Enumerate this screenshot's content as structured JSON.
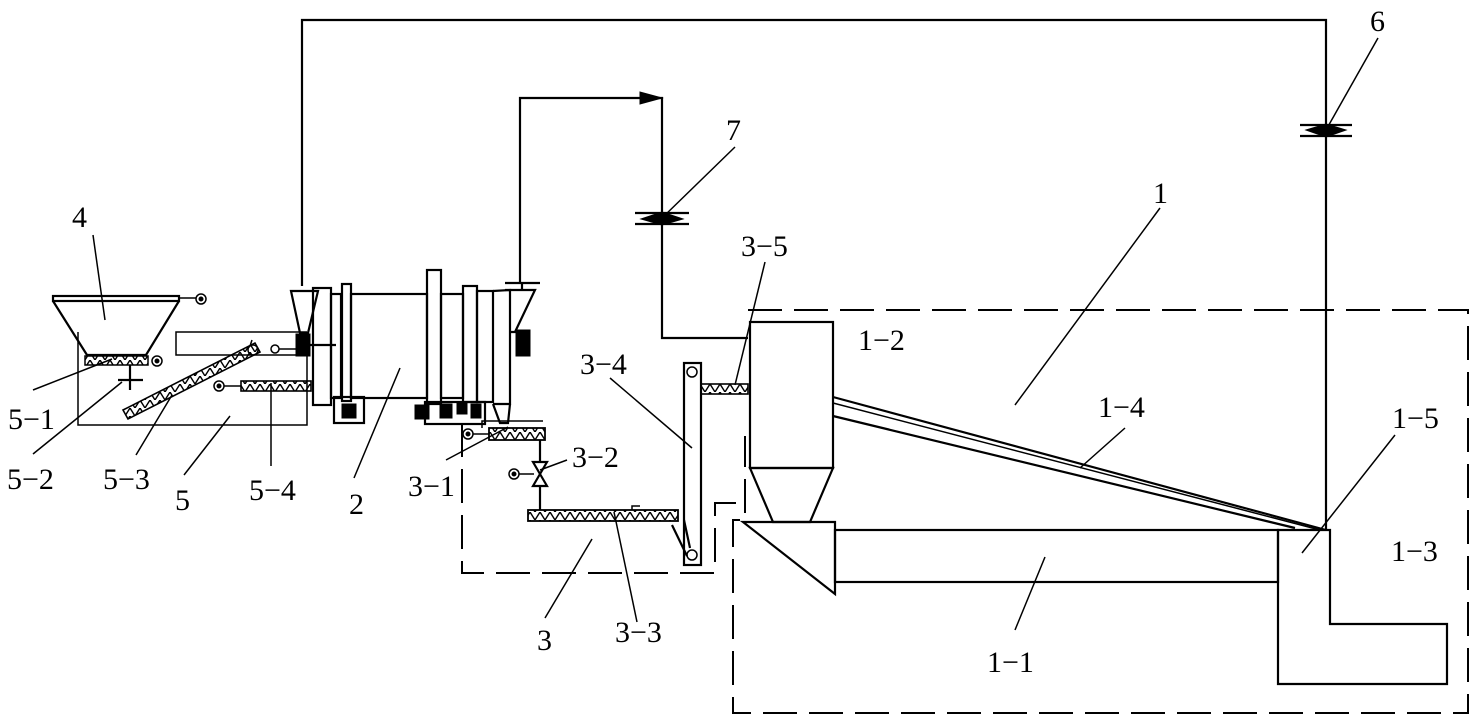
{
  "labels": {
    "n1": "1",
    "n1_1": "1−1",
    "n1_2": "1−2",
    "n1_3": "1−3",
    "n1_4": "1−4",
    "n1_5": "1−5",
    "n2": "2",
    "n3": "3",
    "n3_1": "3−1",
    "n3_2": "3−2",
    "n3_3": "3−3",
    "n3_4": "3−4",
    "n3_5": "3−5",
    "n4": "4",
    "n5": "5",
    "n5_1": "5−1",
    "n5_2": "5−2",
    "n5_3": "5−3",
    "n5_4": "5−4",
    "n6": "6",
    "n7": "7"
  }
}
